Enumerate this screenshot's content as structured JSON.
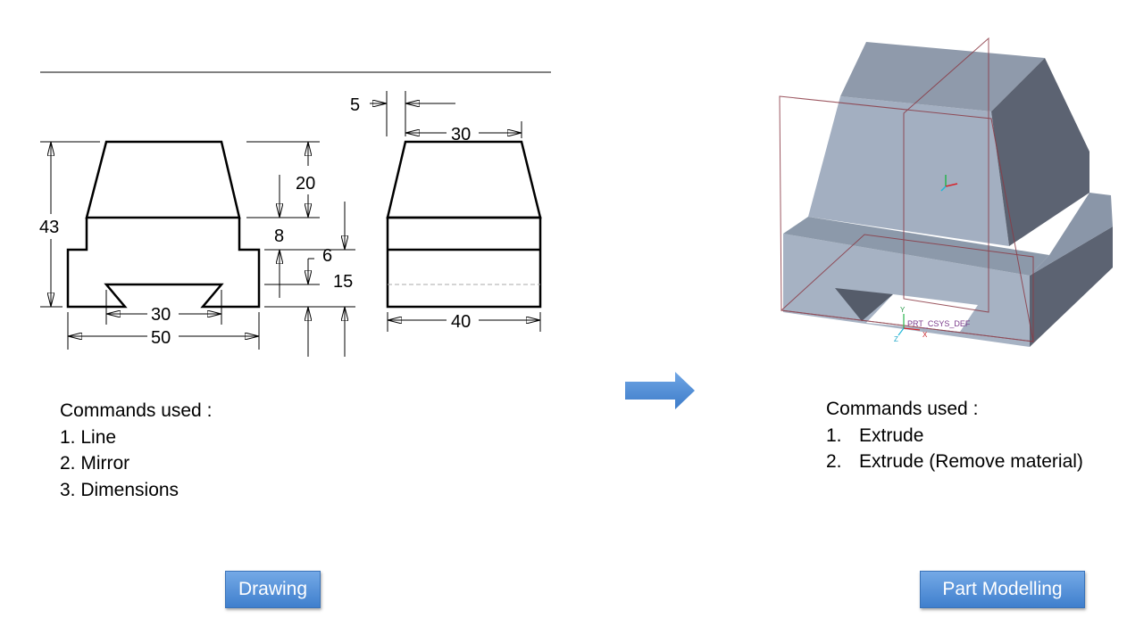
{
  "drawing": {
    "dims": {
      "d43": "43",
      "d20": "20",
      "d8": "8",
      "d6": "6",
      "d15": "15",
      "d30_bottom": "30",
      "d50": "50",
      "d5": "5",
      "d30_top": "30",
      "d40": "40"
    }
  },
  "model": {
    "csys_label": "PRT_CSYS_DEF",
    "axis_y": "Y",
    "axis_z": "Z",
    "axis_x": "X"
  },
  "left_commands": {
    "heading": "Commands used :",
    "items": [
      "1. Line",
      "2. Mirror",
      "3. Dimensions"
    ]
  },
  "right_commands": {
    "heading": "Commands used :",
    "items": [
      {
        "num": "1.",
        "text": "Extrude"
      },
      {
        "num": "2.",
        "text": "Extrude (Remove material)"
      }
    ]
  },
  "buttons": {
    "drawing": "Drawing",
    "part_modelling": "Part Modelling"
  }
}
